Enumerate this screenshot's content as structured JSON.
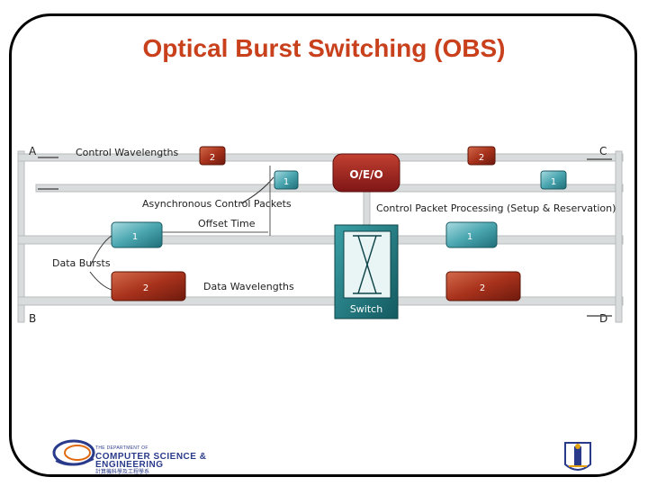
{
  "slide": {
    "title": "Optical Burst Switching (OBS)"
  },
  "diagram": {
    "nodes": {
      "a": "A",
      "b": "B",
      "c": "C",
      "d": "D"
    },
    "labels": {
      "control_wavelengths": "Control Wavelengths",
      "async_control_packets": "Asynchronous Control Packets",
      "offset_time": "Offset Time",
      "data_bursts": "Data Bursts",
      "data_wavelengths": "Data Wavelengths",
      "control_processing": "Control Packet Processing (Setup & Reservation)",
      "oeo": "O/E/O",
      "switch": "Switch"
    },
    "packet_labels": {
      "ctrl_left_red": "2",
      "ctrl_left_teal": "1",
      "ctrl_right_red": "2",
      "ctrl_right_teal": "1",
      "data_left_teal": "1",
      "data_left_red": "2",
      "data_right_teal": "1",
      "data_right_red": "2"
    },
    "colors": {
      "red_packet": "#a8321c",
      "teal_packet": "#4aa6b0",
      "switch_fill": "#1f7a80",
      "oeo_fill": "#9c2020",
      "pipe": "#d9dcdc"
    }
  },
  "footer": {
    "logo_line1": "THE DEPARTMENT OF",
    "logo_line2": "COMPUTER SCIENCE &",
    "logo_line3": "ENGINEERING",
    "logo_line4": "計算機科學及工程學系"
  }
}
